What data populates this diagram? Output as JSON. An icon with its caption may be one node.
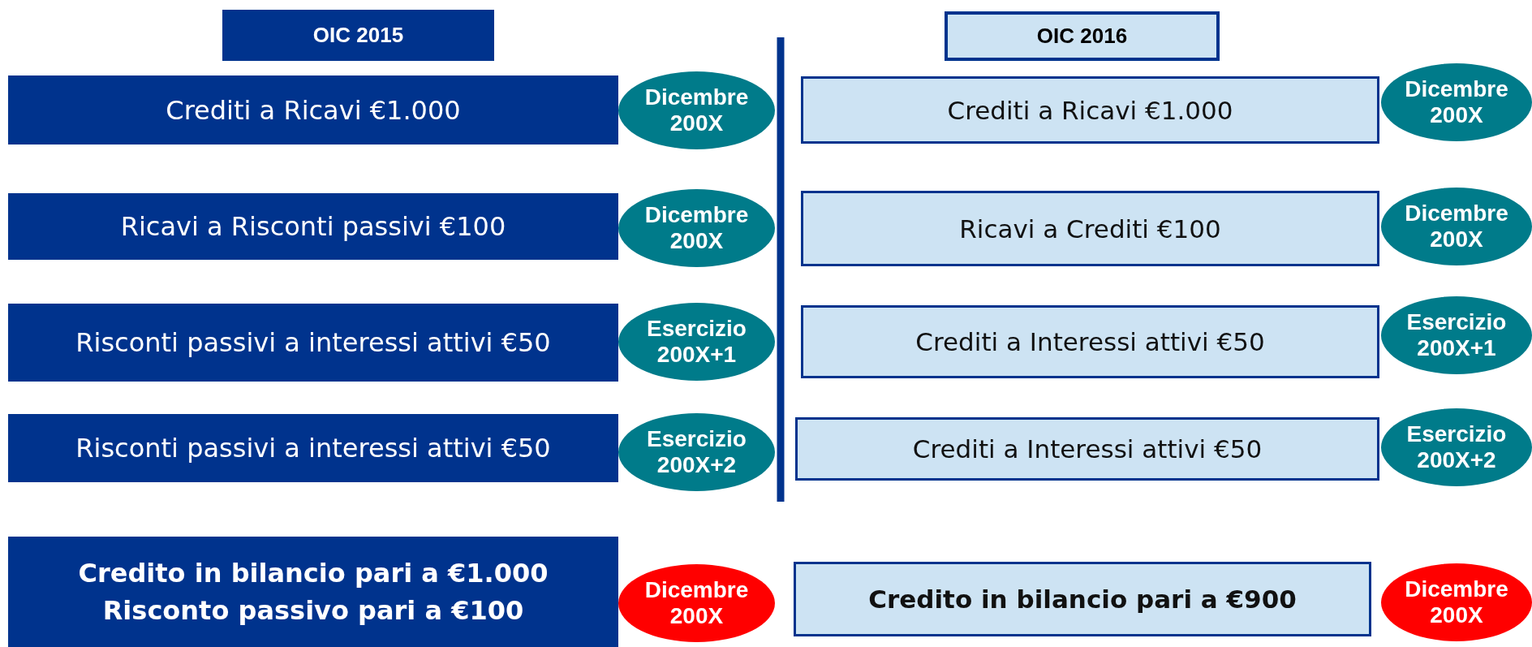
{
  "diagram": {
    "nodes": [
      {
        "text": [
          "OIC 2015"
        ]
      },
      {
        "text": [
          "OIC 2016"
        ]
      },
      {
        "text": [
          "Crediti a Ricavi €1.000"
        ]
      },
      {
        "text": [
          "Dicembre 200X"
        ]
      },
      {
        "text": [
          "Crediti a Ricavi €1.000"
        ]
      },
      {
        "text": [
          "Dicembre 200X"
        ]
      },
      {
        "text": [
          "Ricavi a Risconti passivi €100"
        ]
      },
      {
        "text": [
          "Dicembre 200X"
        ]
      },
      {
        "text": [
          "Ricavi a Crediti €100"
        ]
      },
      {
        "text": [
          "Dicembre 200X"
        ]
      },
      {
        "text": [
          "Risconti passivi a interessi attivi €50"
        ]
      },
      {
        "text": [
          "Esercizio 200X+1"
        ]
      },
      {
        "text": [
          "Crediti a Interessi attivi €50"
        ]
      },
      {
        "text": [
          "Esercizio 200X+1"
        ]
      },
      {
        "text": [
          "Risconti passivi a interessi attivi €50"
        ]
      },
      {
        "text": [
          "Esercizio 200X+2"
        ]
      },
      {
        "text": [
          "Crediti a Interessi attivi €50"
        ]
      },
      {
        "text": [
          "Esercizio 200X+2"
        ]
      },
      {
        "text": [
          "Credito in bilancio pari a €1.000",
          "Risconto passivo pari a €100"
        ]
      },
      {
        "text": [
          "Dicembre 200X"
        ]
      },
      {
        "text": [
          "Credito in bilancio pari a €900"
        ]
      },
      {
        "text": [
          "Dicembre 200X"
        ]
      }
    ],
    "edges": []
  }
}
